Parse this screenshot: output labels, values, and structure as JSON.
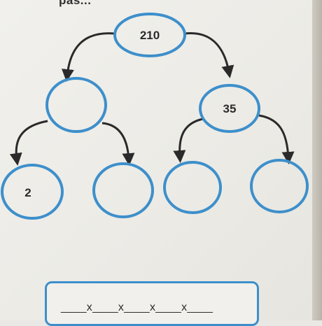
{
  "header_fragment": "pas...",
  "tree": {
    "root": {
      "label": "210"
    },
    "left": {
      "label": ""
    },
    "right": {
      "label": "35"
    },
    "leaves": [
      {
        "label": "2"
      },
      {
        "label": ""
      },
      {
        "label": ""
      },
      {
        "label": ""
      }
    ]
  },
  "answer": {
    "line": "____x____x____x____x____"
  },
  "colors": {
    "node_stroke": "#3d8fcb",
    "arrow": "#2a2a2a"
  }
}
